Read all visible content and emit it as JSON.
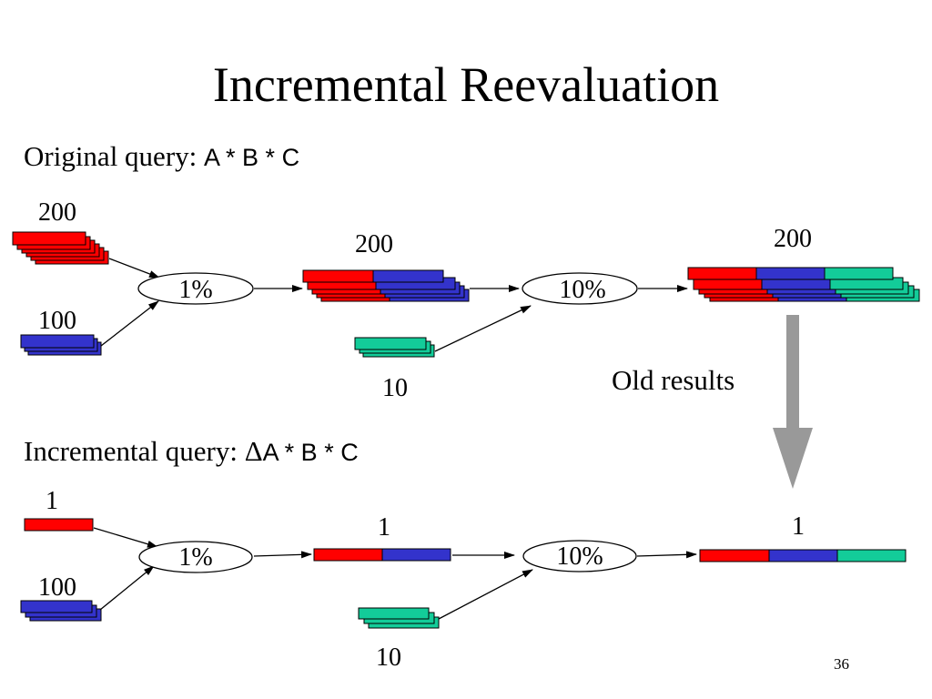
{
  "title": "Incremental Reevaluation",
  "slide_number": "36",
  "colors": {
    "a": "#ff0000",
    "b": "#3333cc",
    "c": "#13cc99",
    "arrow": "#999999"
  },
  "original": {
    "label": "Original query: ",
    "expr": "A * B * C",
    "a_count": "200",
    "b_count": "100",
    "c_count": "10",
    "join1_result_count": "200",
    "join2_result_count": "200",
    "join1_selectivity": "1%",
    "join2_selectivity": "10%"
  },
  "old_results_label": "Old results",
  "incremental": {
    "label": "Incremental query: ",
    "delta": "Δ",
    "expr": "A * B * C",
    "a_count": "1",
    "b_count": "100",
    "c_count": "10",
    "join1_result_count": "1",
    "join2_result_count": "1",
    "join1_selectivity": "1%",
    "join2_selectivity": "10%"
  }
}
